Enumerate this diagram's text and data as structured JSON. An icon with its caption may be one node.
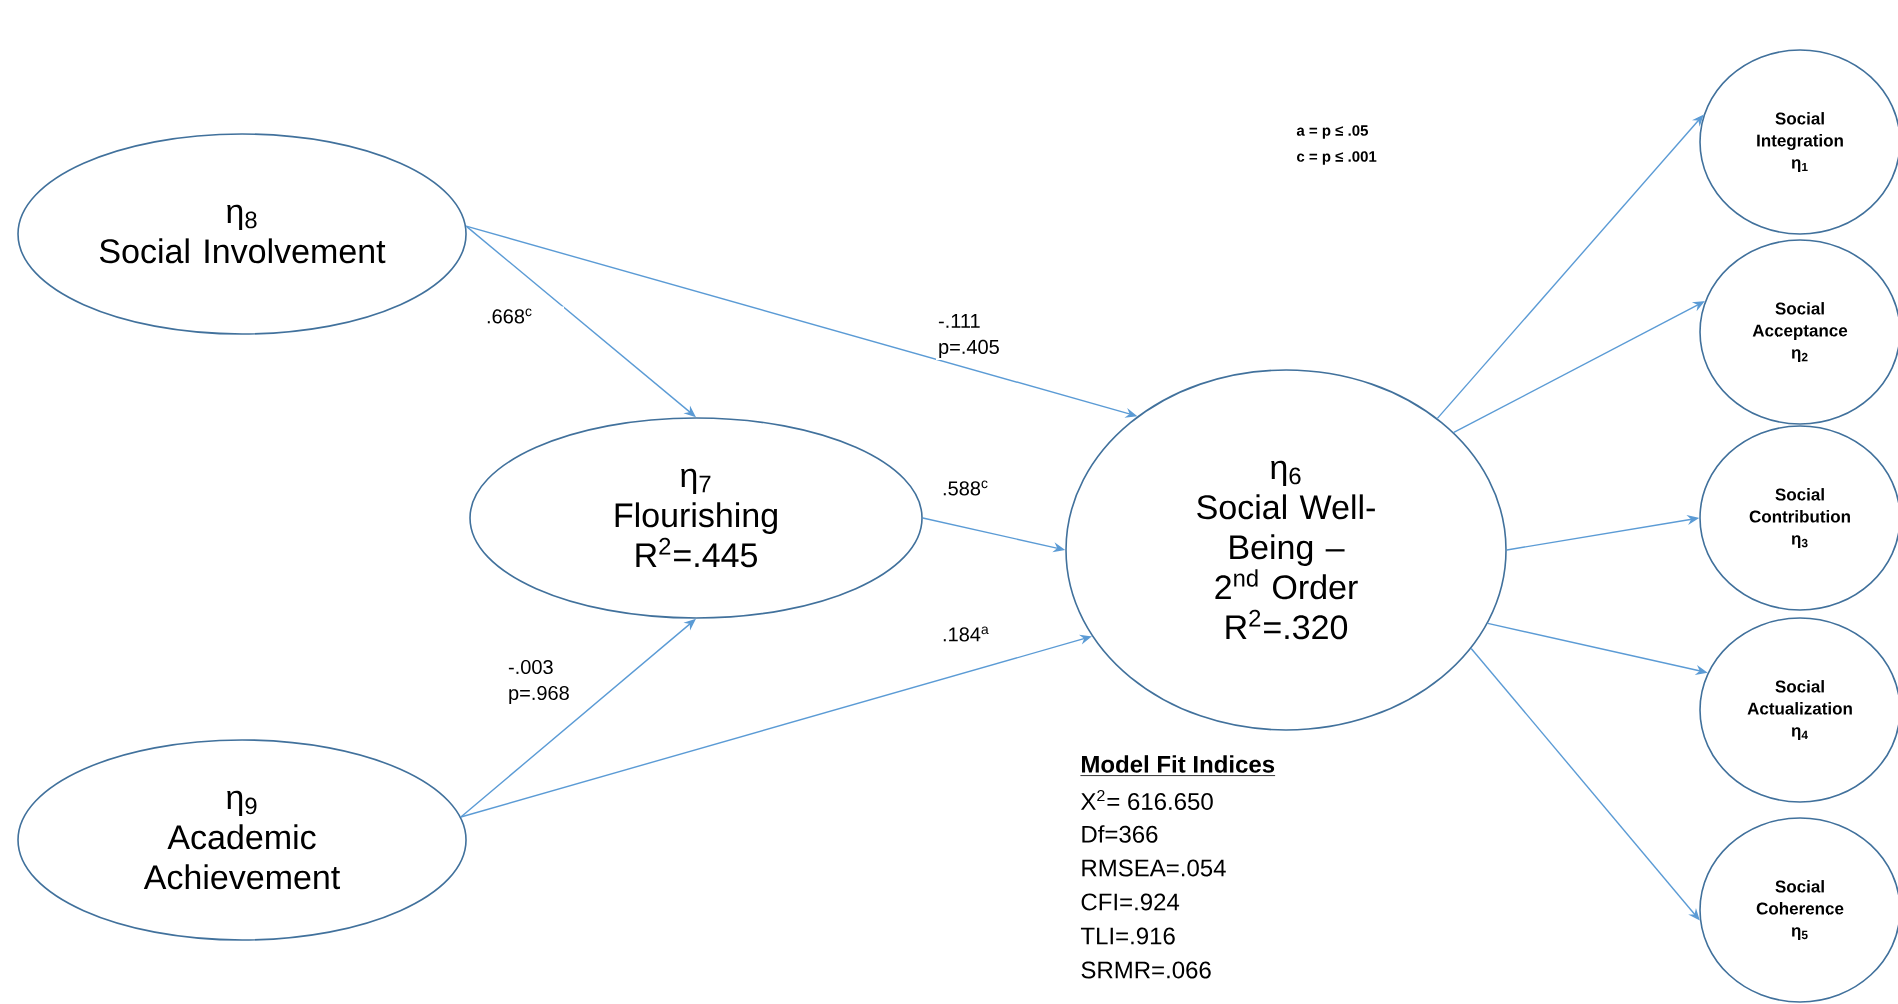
{
  "diagram": {
    "nodes": [
      {
        "text": [
          "η$_{8}$",
          "Social Involvement"
        ]
      },
      {
        "text": [
          "η$_{7}$",
          "Flourishing",
          "R$^{2}$=.445"
        ]
      },
      {
        "text": [
          "η$_{9}$",
          "Academic Achievement"
        ]
      },
      {
        "text": [
          "η$_{6}$",
          "Social Well-Being – 2$^{nd}$ Order",
          "R$^{2}$=.320"
        ]
      },
      {
        "text": [
          "Social Integration",
          "η$_{1}$"
        ]
      },
      {
        "text": [
          "Social Acceptance",
          "η$_{2}$"
        ]
      },
      {
        "text": [
          "Social Contribution",
          "η$_{3}$"
        ]
      },
      {
        "text": [
          "Social Actualization",
          "η$_{4}$"
        ]
      },
      {
        "text": [
          "Social Coherence",
          "η$_{5}$"
        ]
      }
    ],
    "edges": [
      {
        "from": 0,
        "to": 1,
        "arrow": "to",
        "label": ".668$^{c}$"
      },
      {
        "from": 0,
        "to": 3,
        "arrow": "to",
        "label": "-.111 p=.405"
      },
      {
        "from": 1,
        "to": 3,
        "arrow": "to",
        "label": ".588$^{c}$"
      },
      {
        "from": 2,
        "to": 1,
        "arrow": "to",
        "label": "-.003 p=.968"
      },
      {
        "from": 2,
        "to": 3,
        "arrow": "to",
        "label": ".184$^{a}$"
      },
      {
        "from": 3,
        "to": 4,
        "arrow": "to"
      },
      {
        "from": 3,
        "to": 5,
        "arrow": "to"
      },
      {
        "from": 3,
        "to": 6,
        "arrow": "to"
      },
      {
        "from": 3,
        "to": 7,
        "arrow": "to"
      },
      {
        "from": 3,
        "to": 8,
        "arrow": "to"
      }
    ],
    "labels": [
      "a = p ≤ .05",
      "c = p ≤ .001",
      "Model Fit Indices",
      "X$^{2}$= 616.650",
      "Df=366",
      "RMSEA=.054",
      "CFI=.924",
      "TLI=.916",
      "SRMR=.066"
    ]
  }
}
